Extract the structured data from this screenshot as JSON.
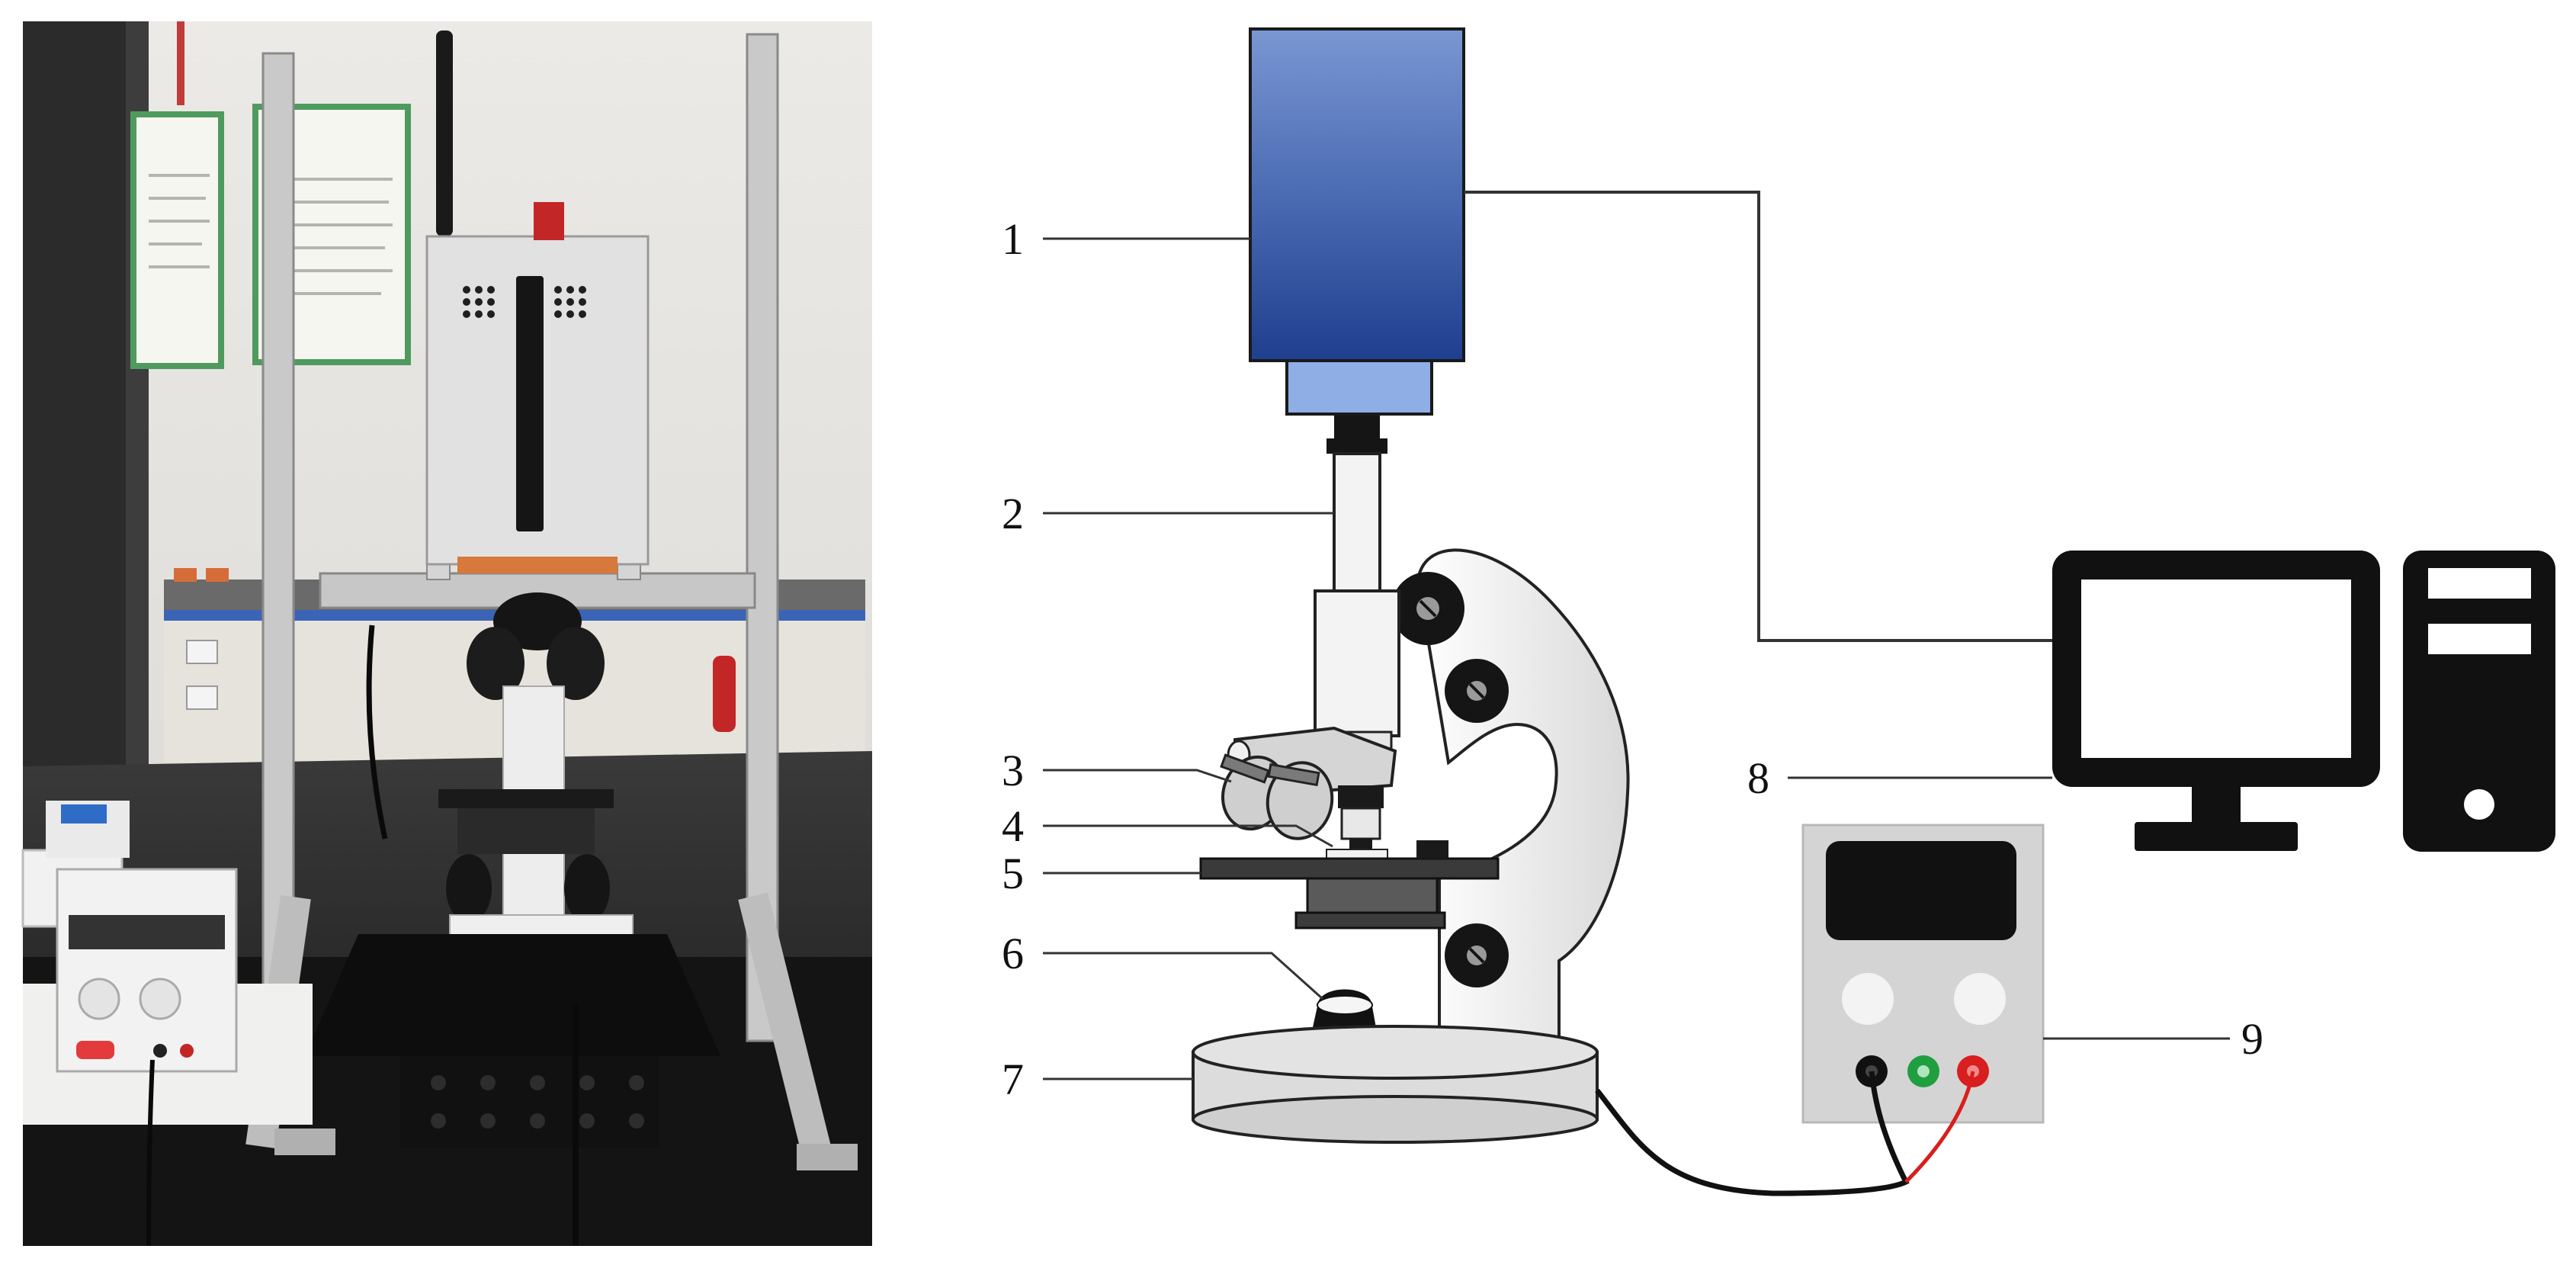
{
  "figure": {
    "photo_panel": "photograph-of-experimental-setup",
    "schematic_panel": "microscope-acquisition-schematic"
  },
  "callouts": [
    {
      "id": "1",
      "label": "1"
    },
    {
      "id": "2",
      "label": "2"
    },
    {
      "id": "3",
      "label": "3"
    },
    {
      "id": "4",
      "label": "4"
    },
    {
      "id": "5",
      "label": "5"
    },
    {
      "id": "6",
      "label": "6"
    },
    {
      "id": "7",
      "label": "7"
    },
    {
      "id": "8",
      "label": "8"
    },
    {
      "id": "9",
      "label": "9"
    }
  ],
  "colors": {
    "camera_top": "#6f8fd0",
    "camera_bottom": "#1f3f8f",
    "camera_adapter": "#8faee6",
    "microscope_body": "#f2f2f2",
    "outline": "#222222",
    "computer": "#111111",
    "psu_panel": "#d4d4d4",
    "terminal_black": "#111111",
    "terminal_green": "#1f9f3f",
    "terminal_red": "#d81e1e",
    "wire_red": "#d81e1e"
  }
}
